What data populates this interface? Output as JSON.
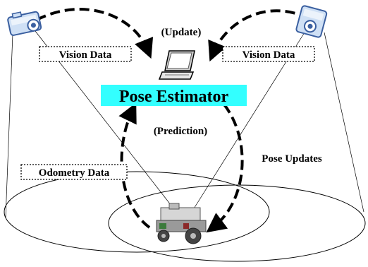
{
  "labels": {
    "update": "(Update)",
    "vision_left": "Vision Data",
    "vision_right": "Vision Data",
    "pose_estimator": "Pose Estimator",
    "prediction": "(Prediction)",
    "pose_updates": "Pose Updates",
    "odometry": "Odometry Data"
  },
  "colors": {
    "pose_estimator_bg": "#33ffff",
    "camera_fill": "#cfe0f5",
    "camera_stroke": "#3a5fa0"
  },
  "icons": [
    "camera-left-icon",
    "camera-right-icon",
    "laptop-icon",
    "robot-icon"
  ]
}
